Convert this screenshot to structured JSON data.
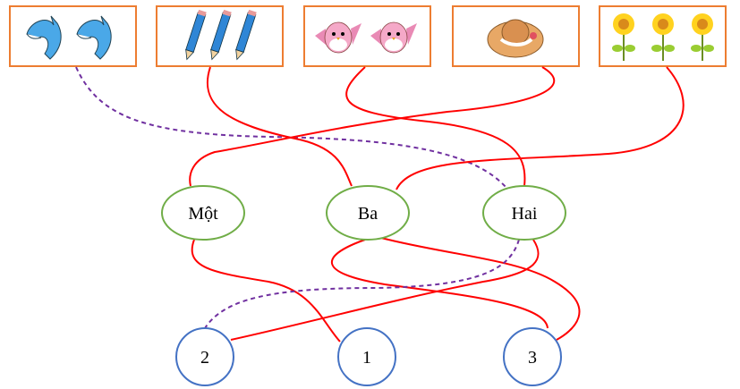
{
  "picture_boxes": [
    {
      "id": "dolphins",
      "count": 2,
      "icon": "dolphin-icon"
    },
    {
      "id": "pencils",
      "count": 3,
      "icon": "pencil-icon"
    },
    {
      "id": "birds",
      "count": 2,
      "icon": "bird-icon"
    },
    {
      "id": "hat",
      "count": 1,
      "icon": "hat-icon"
    },
    {
      "id": "sunflowers",
      "count": 3,
      "icon": "sunflower-icon"
    }
  ],
  "word_ovals": [
    {
      "label": "Một"
    },
    {
      "label": "Ba"
    },
    {
      "label": "Hai"
    }
  ],
  "number_circles": [
    {
      "label": "2"
    },
    {
      "label": "1"
    },
    {
      "label": "3"
    }
  ],
  "colors": {
    "box_border": "#ED7D31",
    "oval_border": "#70AD47",
    "circle_border": "#4472C4",
    "line": "#FF0000",
    "dashed_line": "#7030A0"
  }
}
